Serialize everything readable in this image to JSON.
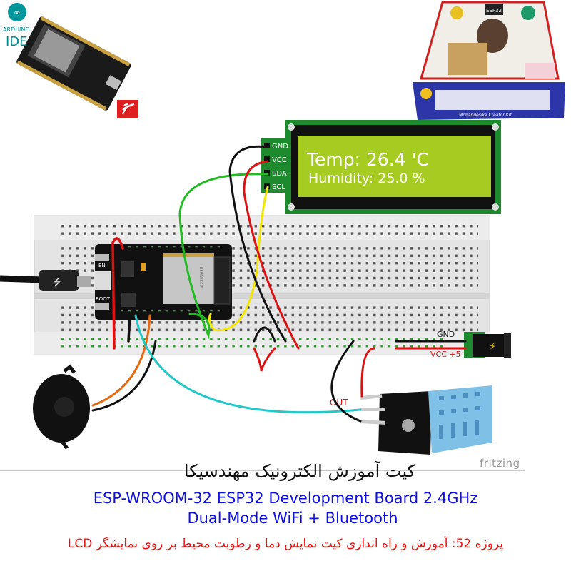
{
  "logos": {
    "arduino_line1": "ARDUINO",
    "arduino_line2": "IDE",
    "product_box_label": "ESP32",
    "product_box_brand": "Mohandesika Creator Kit"
  },
  "lcd": {
    "line1": "Temp:  26.4 'C",
    "line2": "Humidity: 25.0 %",
    "pins": [
      "GND",
      "VCC",
      "SDA",
      "SCL"
    ]
  },
  "esp32": {
    "en_label": "EN",
    "boot_label": "BOOT",
    "module_label": "ESPRESSIF"
  },
  "labels": {
    "gnd": "GND",
    "vcc": "VCC +5",
    "out": "OUT",
    "fritzing": "fritzing"
  },
  "captions": {
    "title_fa": "کیت آموزش الکترونیک مهندسیکا",
    "title_en_line1": "ESP-WROOM-32 ESP32  Development Board 2.4GHz",
    "title_en_line2": "Dual-Mode WiFi + Bluetooth",
    "project": "پروژه 52: آموزش و راه اندازی کیت نمایش دما و رطوبت محیط بر روی نمایشگر LCD"
  },
  "colors": {
    "wire_red": "#dd1111",
    "wire_black": "#111111",
    "wire_green": "#22bb22",
    "wire_yellow": "#f2e600",
    "wire_cyan": "#22c8c8",
    "wire_orange": "#e86a10",
    "lcd_screen": "#a6cc22",
    "caption_blue": "#1010e0",
    "caption_red": "#ee1111"
  }
}
